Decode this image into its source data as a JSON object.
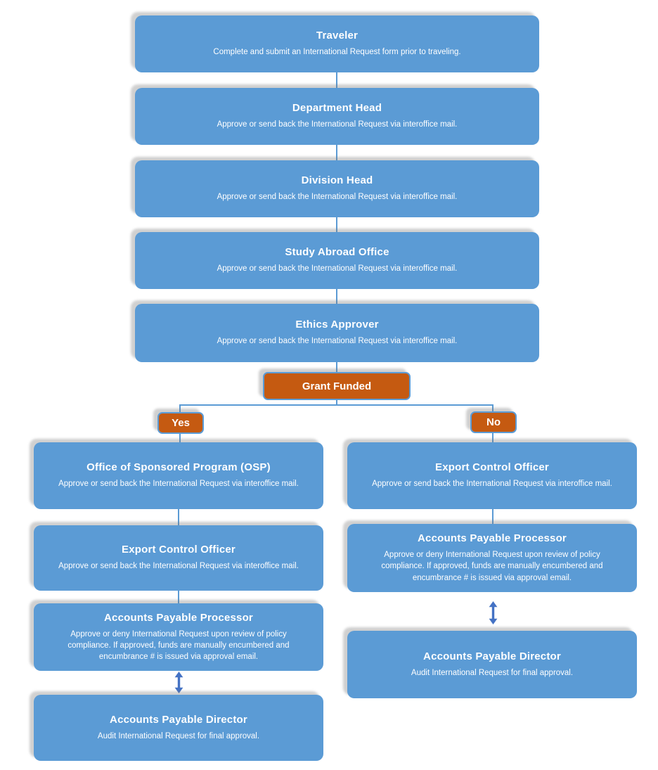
{
  "colors": {
    "step_fill": "#5B9BD5",
    "decision_fill": "#C55A11",
    "decision_border": "#5B9BD5",
    "connector": "#5B9BD5",
    "double_arrow": "#4472C4",
    "text": "#FFFFFF",
    "background": "#FFFFFF"
  },
  "flow": {
    "main_steps": [
      {
        "title": "Traveler",
        "desc": "Complete and submit an International Request form prior to traveling."
      },
      {
        "title": "Department Head",
        "desc": "Approve or send back the International Request via interoffice mail."
      },
      {
        "title": "Division Head",
        "desc": "Approve or send back the International Request via interoffice mail."
      },
      {
        "title": "Study Abroad Office",
        "desc": "Approve or send back the International Request via interoffice mail."
      },
      {
        "title": "Ethics Approver",
        "desc": "Approve or send back the International Request via interoffice mail."
      }
    ],
    "decision": {
      "label": "Grant Funded"
    },
    "branches": {
      "yes": {
        "label": "Yes",
        "steps": [
          {
            "title": "Office of Sponsored Program (OSP)",
            "desc": "Approve or send back the International Request via interoffice mail."
          },
          {
            "title": "Export Control Officer",
            "desc": "Approve or send back the International Request via interoffice mail."
          },
          {
            "title": "Accounts Payable Processor",
            "desc": "Approve or deny International Request upon review of policy compliance.  If approved, funds are manually encumbered and encumbrance # is issued via approval email."
          },
          {
            "title": "Accounts Payable Director",
            "desc": "Audit International Request for final approval."
          }
        ]
      },
      "no": {
        "label": "No",
        "steps": [
          {
            "title": "Export Control Officer",
            "desc": "Approve or send back the International Request via interoffice mail."
          },
          {
            "title": "Accounts Payable Processor",
            "desc": "Approve or deny International Request upon review of policy compliance. If approved, funds are manually encumbered and encumbrance # is issued via approval email."
          },
          {
            "title": "Accounts Payable Director",
            "desc": "Audit International Request for final approval."
          }
        ]
      }
    }
  }
}
